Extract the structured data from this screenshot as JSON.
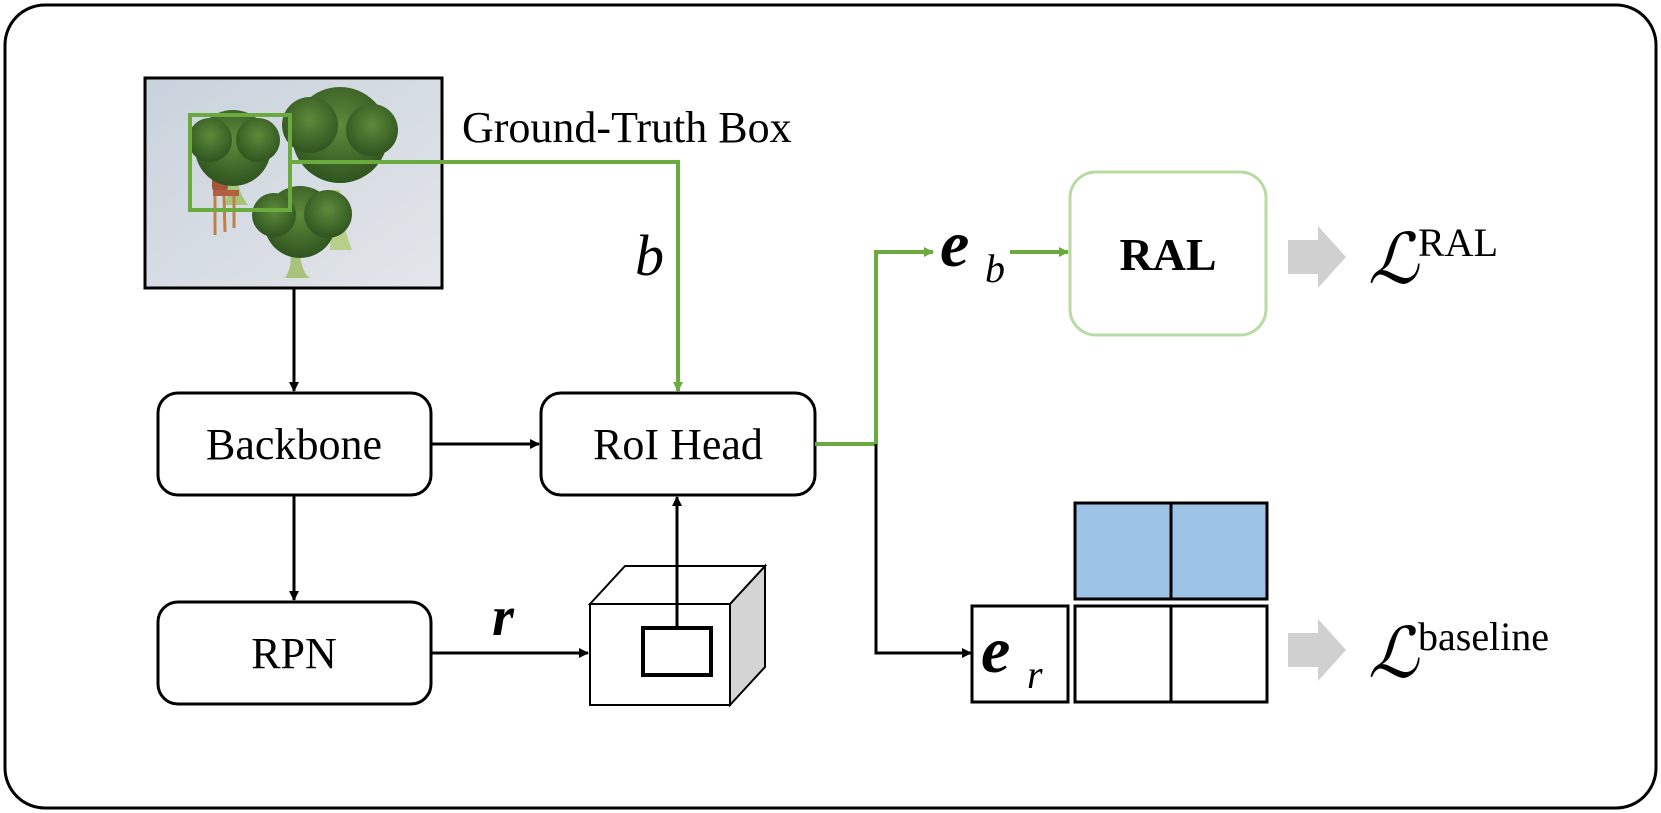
{
  "image_label": "Ground-Truth Box",
  "nodes": {
    "backbone": "Backbone",
    "roi_head": "RoI Head",
    "rpn": "RPN",
    "ral": "RAL"
  },
  "symbols": {
    "b": "b",
    "r": "r",
    "e": "e",
    "e_b_sub": "b",
    "e_r_sub": "r",
    "loss": "ℒ",
    "loss_ral_sup": "RAL",
    "loss_baseline_sup": "baseline"
  },
  "colors": {
    "green": "#6aaa3e",
    "light_green": "#b9dba3",
    "blue_cell": "#9dc3e6",
    "gray_arrow": "#d0d0d0",
    "cube_side": "#d4d4d4",
    "black": "#000000"
  },
  "icons": {
    "image": "broccoli-photo"
  }
}
